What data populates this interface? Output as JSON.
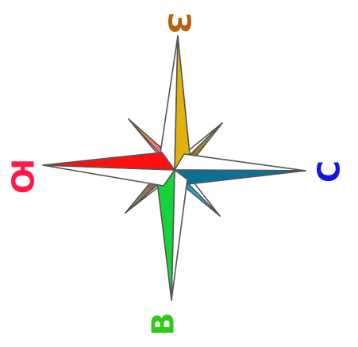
{
  "compass": {
    "labels": {
      "north": "З",
      "east": "С",
      "south": "В",
      "west": "Ю"
    },
    "label_colors": {
      "north": "#b8620f",
      "east": "#1515e0",
      "south": "#2ecc14",
      "west": "#ff1a4b"
    },
    "point_colors": {
      "north": "#e0b20c",
      "east": "#0a7098",
      "south": "#17d33a",
      "west": "#ff1010",
      "northeast": [
        "#7a5a1a",
        "#b8a84a"
      ],
      "southeast": [
        "#0c8cc8",
        "#2fd2c2"
      ],
      "southwest": [
        "#b01a78",
        "#60c83c"
      ],
      "northwest": [
        "#ff2ab0",
        "#ffd21a"
      ]
    },
    "outline_color": "#555555"
  }
}
